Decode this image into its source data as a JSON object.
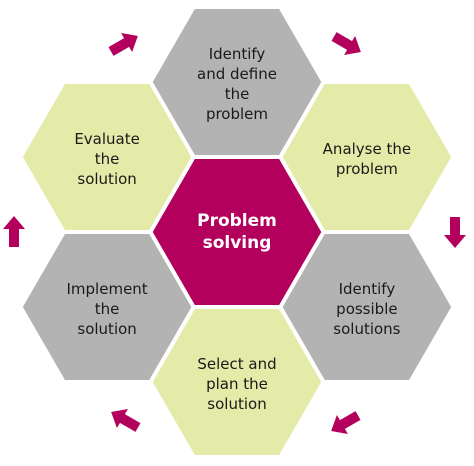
{
  "center": {
    "lines": [
      "Problem",
      "solving"
    ],
    "fill": "#B3005C",
    "text_color": "#FFFFFF"
  },
  "steps": [
    {
      "name": "identify-and-define-the-problem",
      "lines": [
        "Identify",
        "and define",
        "the",
        "problem"
      ],
      "fill": "#B3B3B3"
    },
    {
      "name": "analyse-the-problem",
      "lines": [
        "Analyse the",
        "problem"
      ],
      "fill": "#E4EBA8"
    },
    {
      "name": "identify-possible-solutions",
      "lines": [
        "Identify",
        "possible",
        "solutions"
      ],
      "fill": "#B3B3B3"
    },
    {
      "name": "select-and-plan-the-solution",
      "lines": [
        "Select and",
        "plan the",
        "solution"
      ],
      "fill": "#E4EBA8"
    },
    {
      "name": "implement-the-solution",
      "lines": [
        "Implement",
        "the",
        "solution"
      ],
      "fill": "#B3B3B3"
    },
    {
      "name": "evaluate-the-solution",
      "lines": [
        "Evaluate",
        "the",
        "solution"
      ],
      "fill": "#E4EBA8"
    }
  ],
  "colors": {
    "arrow": "#B3005C",
    "hex_border": "#FFFFFF",
    "background": "#FFFFFF"
  },
  "arrow_icons": [
    "arrow-right-up-icon",
    "arrow-right-down-icon",
    "arrow-down-icon",
    "arrow-left-down-icon",
    "arrow-left-up-icon",
    "arrow-up-icon"
  ]
}
